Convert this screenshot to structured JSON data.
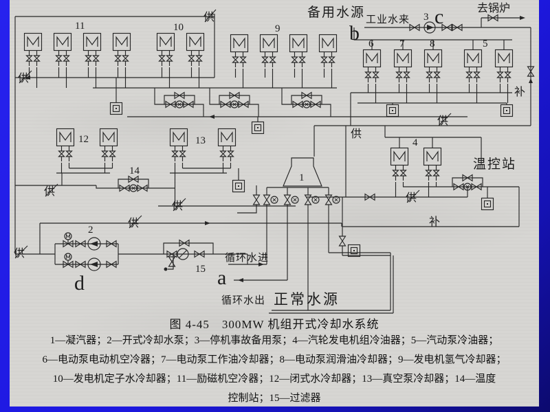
{
  "slide": {
    "caption": "图 4-45　300MW 机组开式冷却水系统",
    "legend_lines": [
      "1—凝汽器；2—开式冷却水泵；3—停机事故备用泵；4—汽轮发电机组冷油器；5—汽动泵冷油器；",
      "6—电动泵电动机空冷器；7—电动泵工作油冷却器；8—电动泵润滑油冷却器；9—发电机氢气冷却器；",
      "10—发电机定子水冷却器；11—励磁机空冷器；12—闭式水冷却器；13—真空泵冷却器；14—温度",
      "控制站；15—过滤器"
    ]
  },
  "diagram": {
    "water_sources": {
      "backup": "备用水源",
      "industrial": "工业水来",
      "to_boiler": "去锅炉",
      "normal": "正常水源"
    },
    "flow_labels": {
      "supply": "供",
      "makeup": "补",
      "circulating_in": "循环水进",
      "circulating_out": "循环水出",
      "temp_station": "温控站"
    },
    "points": {
      "a": "a",
      "b": "b",
      "c": "c",
      "d": "d"
    },
    "numbers": {
      "n1": "1",
      "n2": "2",
      "n3": "3",
      "n4": "4",
      "n5": "5",
      "n6": "6",
      "n7": "7",
      "n8": "8",
      "n9": "9",
      "n10": "10",
      "n11": "11",
      "n12": "12",
      "n13": "13",
      "n14": "14",
      "n15": "15"
    }
  },
  "colors": {
    "background_blue": "#1d18e0",
    "corner_navy": "#0c0a6e",
    "paper": "#d7d6d3",
    "ink": "#262626"
  }
}
